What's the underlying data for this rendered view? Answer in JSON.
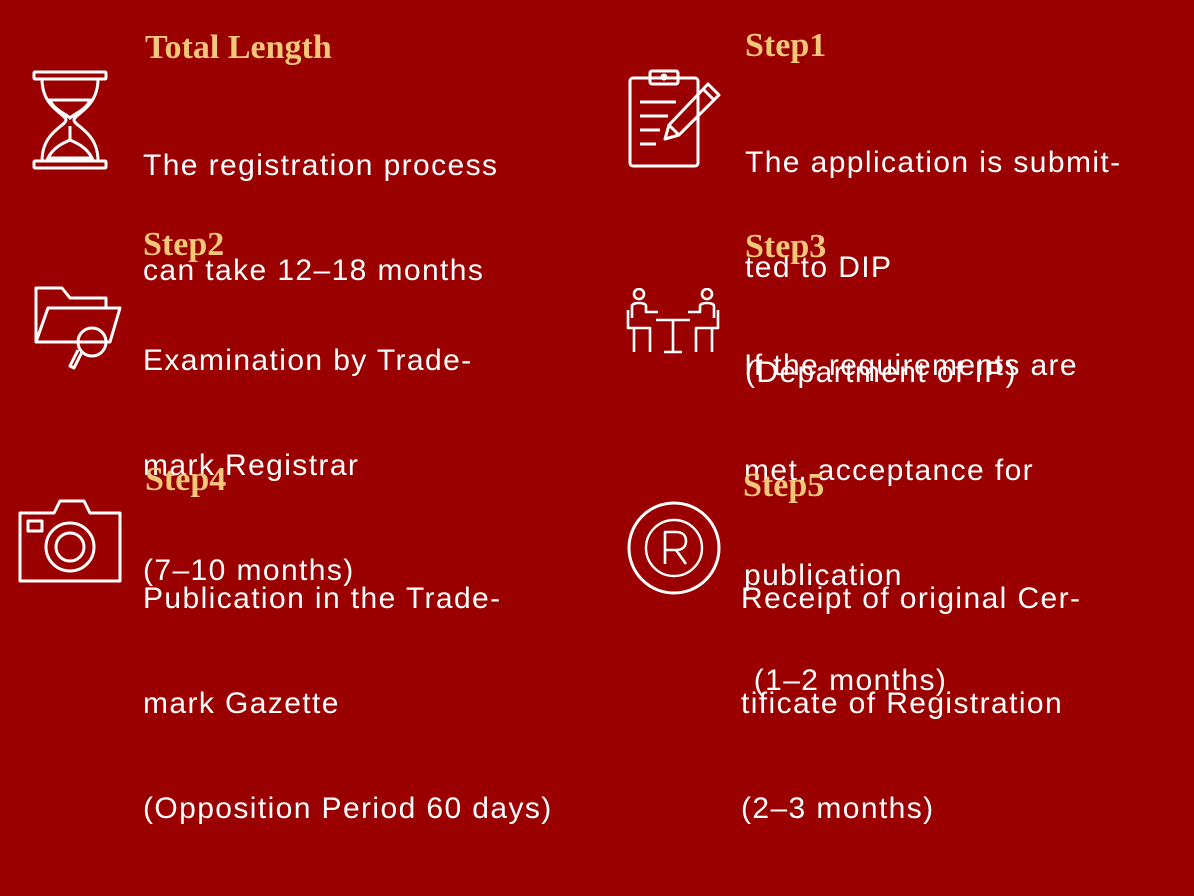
{
  "items": [
    {
      "title": "Total Length",
      "icon": "hourglass-icon",
      "lines": [
        "The registration process",
        "can take 12–18 months"
      ]
    },
    {
      "title": "Step1",
      "icon": "clipboard-pencil-icon",
      "lines": [
        "The application is submit-",
        "ted to DIP",
        "(Department of IP)"
      ]
    },
    {
      "title": "Step2",
      "icon": "folder-search-icon",
      "lines": [
        "Examination by Trade-",
        "mark Registrar",
        "(7–10 months)"
      ]
    },
    {
      "title": "Step3",
      "icon": "meeting-people-icon",
      "lines": [
        "If the requirements are",
        "met, acceptance for",
        "publication",
        " (1–2 months)"
      ]
    },
    {
      "title": "Step4",
      "icon": "camera-icon",
      "lines": [
        "Publication in the Trade-",
        "mark Gazette",
        "(Opposition Period 60 days)"
      ]
    },
    {
      "title": "Step5",
      "icon": "registered-mark-icon",
      "lines": [
        "Receipt of original Cer-",
        "tificate of Registration",
        "(2–3 months)"
      ]
    }
  ],
  "colors": {
    "background": "#9b0000",
    "title": "#f2c77a",
    "text": "#ffffff",
    "icon": "#ffffff"
  }
}
